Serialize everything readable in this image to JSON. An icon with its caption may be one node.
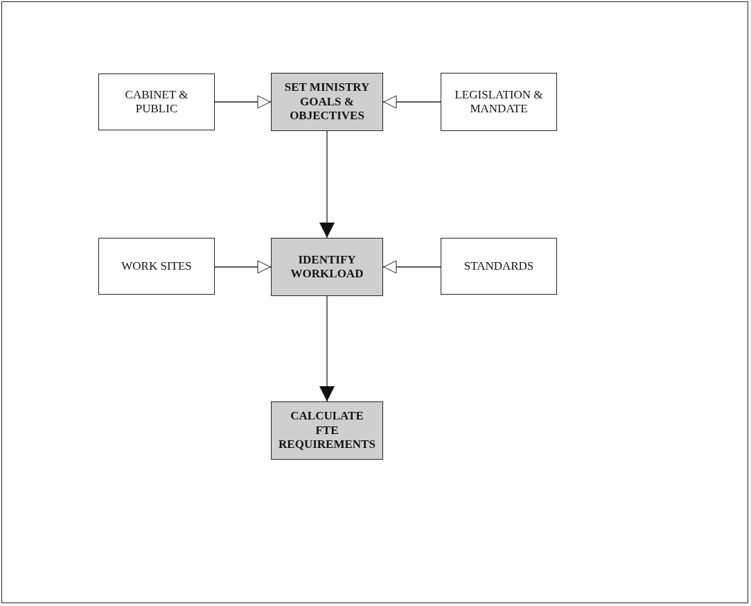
{
  "diagram": {
    "nodes": [
      {
        "text": [
          "CABINET & PUBLIC"
        ]
      },
      {
        "text": [
          "SET MINISTRY GOALS & OBJECTIVES"
        ]
      },
      {
        "text": [
          "LEGISLATION & MANDATE"
        ]
      },
      {
        "text": [
          "WORK SITES"
        ]
      },
      {
        "text": [
          "IDENTIFY WORKLOAD"
        ]
      },
      {
        "text": [
          "STANDARDS"
        ]
      },
      {
        "text": [
          "CALCULATE FTE REQUIREMENTS"
        ]
      }
    ],
    "edges": [
      {
        "from": 0,
        "to": 1,
        "arrow": "to"
      },
      {
        "from": 2,
        "to": 1,
        "arrow": "to"
      },
      {
        "from": 1,
        "to": 4,
        "arrow": "to"
      },
      {
        "from": 3,
        "to": 4,
        "arrow": "to"
      },
      {
        "from": 5,
        "to": 4,
        "arrow": "to"
      },
      {
        "from": 4,
        "to": 6,
        "arrow": "to"
      }
    ]
  }
}
